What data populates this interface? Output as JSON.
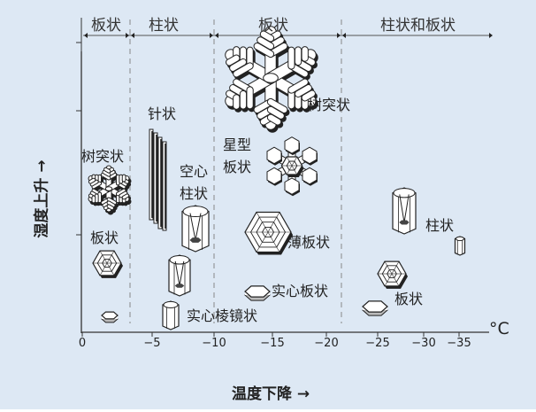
{
  "header_bands": [
    "板状",
    "柱状",
    "板状",
    "柱状和板状"
  ],
  "x_axis": {
    "ticks": [
      "0",
      "−5",
      "−10",
      "−15",
      "−20",
      "−25",
      "−30",
      "−35"
    ],
    "unit": "°C",
    "title": "温度下降 →"
  },
  "y_axis": {
    "title": "湿度上升 →"
  },
  "crystal_labels": {
    "needles": "针状",
    "dendrite_left": "树突状",
    "hollow_col_1": "空心",
    "hollow_col_2": "柱状",
    "star_plate_1": "星型",
    "star_plate_2": "板状",
    "dendrite_large": "树突状",
    "plate_left": "板状",
    "thin_plate": "薄板状",
    "column_right": "柱状",
    "solid_plate": "实心板状",
    "plate_right": "板状",
    "solid_prism": "实心棱镜状"
  },
  "colors": {
    "background": "#dde8f4",
    "axis": "#333333",
    "crystal_fill": "#ffffff"
  }
}
